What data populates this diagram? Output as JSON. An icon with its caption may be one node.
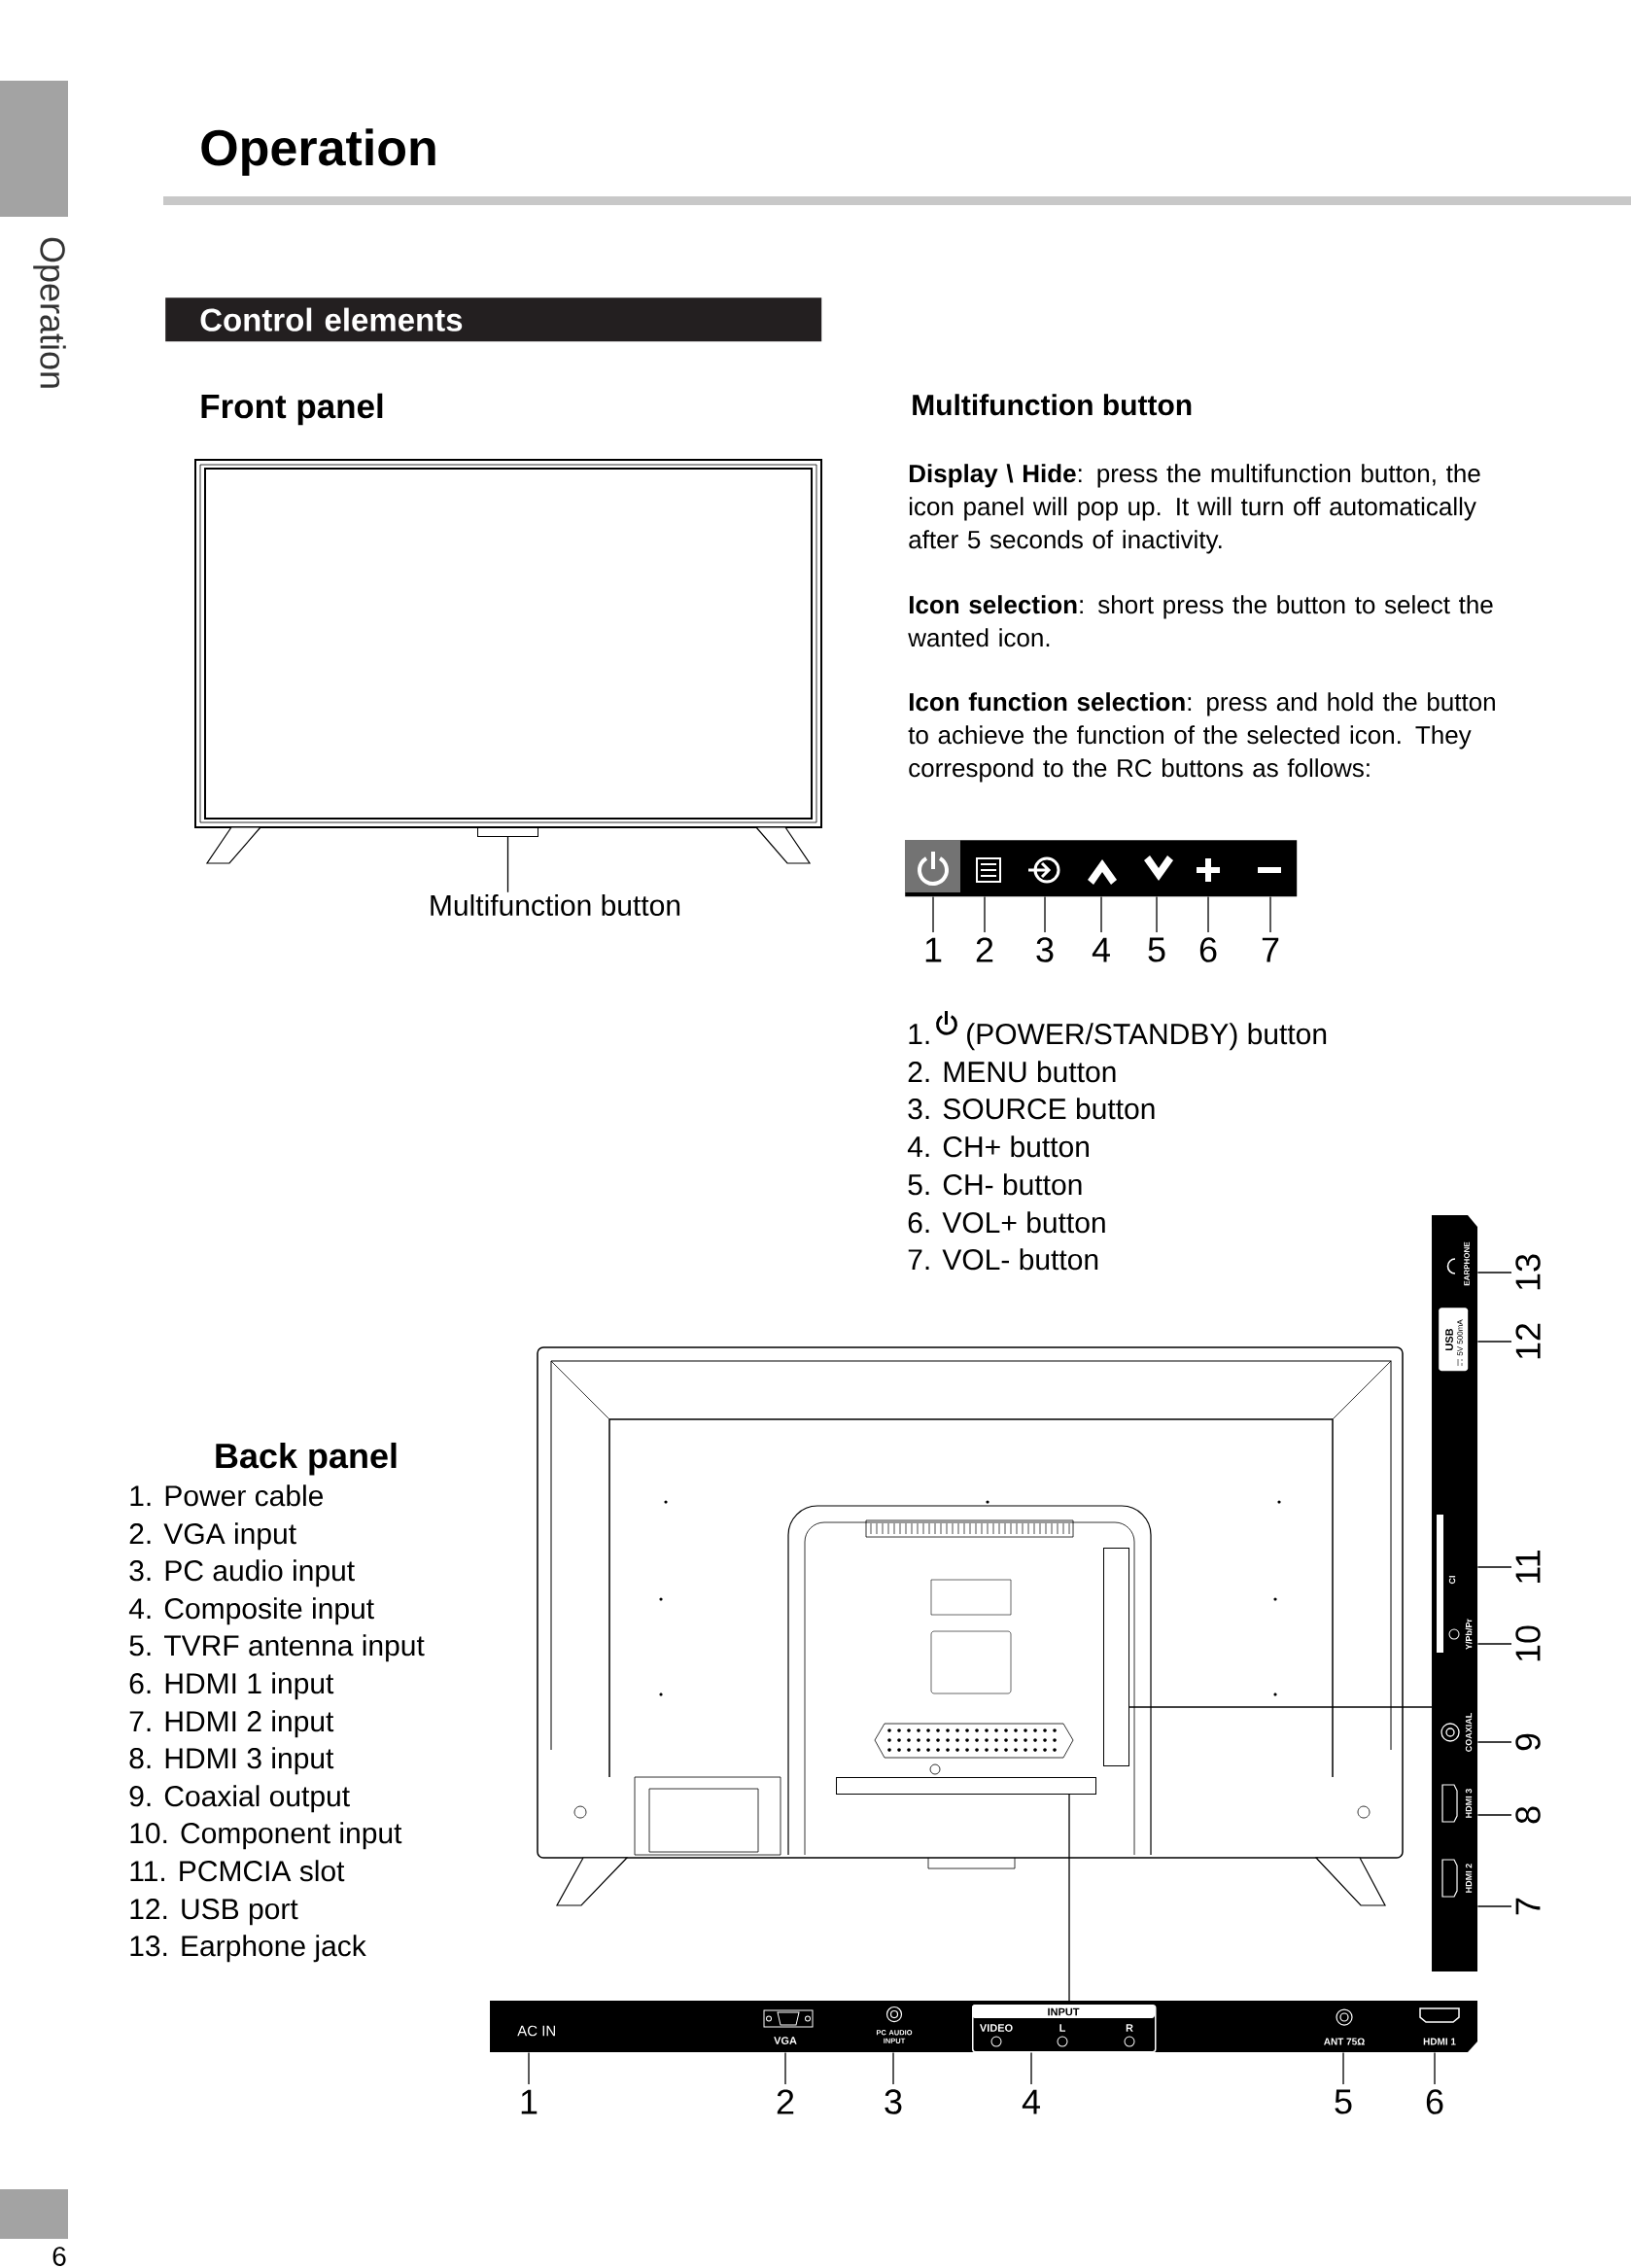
{
  "diagram": {
    "title": "Operation",
    "nodes": [
      {
        "text": [
          "Control elements"
        ]
      },
      {
        "text": [],
        "shape": "box"
      },
      {
        "text": [],
        "shape": "box",
        "in": 1
      },
      {
        "text": [
          "Multifunction button"
        ]
      },
      {
        "text": [],
        "shape": "bar"
      },
      {
        "text": [
          "1"
        ]
      },
      {
        "text": [
          "2"
        ]
      },
      {
        "text": [
          "3"
        ]
      },
      {
        "text": [
          "4"
        ]
      },
      {
        "text": [
          "5"
        ]
      },
      {
        "text": [
          "6"
        ]
      },
      {
        "text": [
          "7"
        ]
      },
      {
        "text": [],
        "shape": "picture"
      },
      {
        "text": [],
        "shape": "box",
        "in": 12
      },
      {
        "text": [],
        "shape": "box",
        "in": 12
      },
      {
        "text": [
          "EARPHONE",
          "CI",
          "Y/Pb/Pr",
          "COAXIAL",
          "HDMI 3",
          "HDMI 2"
        ]
      },
      {
        "text": [
          "USB",
          "5V 500mA"
        ],
        "in": 15
      },
      {
        "text": [
          "13"
        ]
      },
      {
        "text": [
          "12"
        ]
      },
      {
        "text": [
          "11"
        ]
      },
      {
        "text": [
          "10"
        ]
      },
      {
        "text": [
          "9"
        ]
      },
      {
        "text": [
          "8"
        ]
      },
      {
        "text": [
          "7"
        ]
      },
      {
        "text": [
          "AC IN",
          "VGA",
          "PC AUDIO INPUT",
          "ANT 75Ω",
          "HDMI 1"
        ]
      },
      {
        "text": [
          "INPUT",
          "VIDEO",
          "L",
          "R"
        ],
        "in": 24
      },
      {
        "text": [
          "1"
        ]
      },
      {
        "text": [
          "2"
        ]
      },
      {
        "text": [
          "3"
        ]
      },
      {
        "text": [
          "4"
        ]
      },
      {
        "text": [
          "5"
        ]
      },
      {
        "text": [
          "6"
        ]
      }
    ],
    "edges": [
      {
        "from": 3,
        "to": 2,
        "arrow": "none"
      },
      {
        "from": 5,
        "to": 4,
        "arrow": "none"
      },
      {
        "from": 6,
        "to": 4,
        "arrow": "none"
      },
      {
        "from": 7,
        "to": 4,
        "arrow": "none"
      },
      {
        "from": 8,
        "to": 4,
        "arrow": "none"
      },
      {
        "from": 9,
        "to": 4,
        "arrow": "none"
      },
      {
        "from": 10,
        "to": 4,
        "arrow": "none"
      },
      {
        "from": 11,
        "to": 4,
        "arrow": "none"
      },
      {
        "from": 15,
        "to": 13,
        "arrow": "none"
      },
      {
        "from": 25,
        "to": 14,
        "arrow": "none"
      },
      {
        "from": 17,
        "to": 15,
        "arrow": "none"
      },
      {
        "from": 18,
        "to": 15,
        "arrow": "none"
      },
      {
        "from": 19,
        "to": 15,
        "arrow": "none"
      },
      {
        "from": 20,
        "to": 15,
        "arrow": "none"
      },
      {
        "from": 21,
        "to": 15,
        "arrow": "none"
      },
      {
        "from": 22,
        "to": 15,
        "arrow": "none"
      },
      {
        "from": 23,
        "to": 15,
        "arrow": "none"
      },
      {
        "from": 26,
        "to": 24,
        "arrow": "none"
      },
      {
        "from": 27,
        "to": 24,
        "arrow": "none"
      },
      {
        "from": 28,
        "to": 24,
        "arrow": "none"
      },
      {
        "from": 29,
        "to": 25,
        "arrow": "none"
      },
      {
        "from": 30,
        "to": 24,
        "arrow": "none"
      },
      {
        "from": 31,
        "to": 24,
        "arrow": "none"
      }
    ],
    "labels": [
      "Operation",
      "Front panel",
      "Multifunction button",
      "**Display \\ Hide**: press the multifunction button, the icon panel will pop up. It will turn off automatically after 5 seconds of inactivity.",
      "**Icon selection**: short press the button to select the wanted icon.",
      "**Icon function selection**: press and hold the button to achieve the function of the selected icon. They correspond to the RC buttons as follows:",
      "1.",
      "(POWER/STANDBY) button",
      "2. MENU button",
      "3. SOURCE button",
      "4. CH+ button",
      "5. CH- button",
      "6. VOL+ button",
      "7. VOL- button",
      "Back panel",
      "1. Power cable",
      "2. VGA input",
      "3. PC audio input",
      "4. Composite input",
      "5. TVRF antenna input",
      "6. HDMI 1 input",
      "7. HDMI 2 input",
      "8. HDMI 3 input",
      "9. Coaxial output",
      "10. Component input",
      "11. PCMCIA slot",
      "12. USB port",
      "13. Earphone jack",
      "6"
    ]
  }
}
